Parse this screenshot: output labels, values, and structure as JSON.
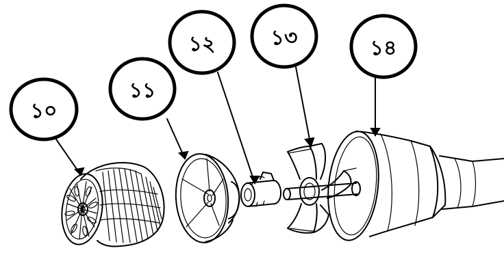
{
  "callouts": [
    {
      "label": "১০"
    },
    {
      "label": "১১"
    },
    {
      "label": "১২"
    },
    {
      "label": "১৩"
    },
    {
      "label": "১৪"
    }
  ]
}
